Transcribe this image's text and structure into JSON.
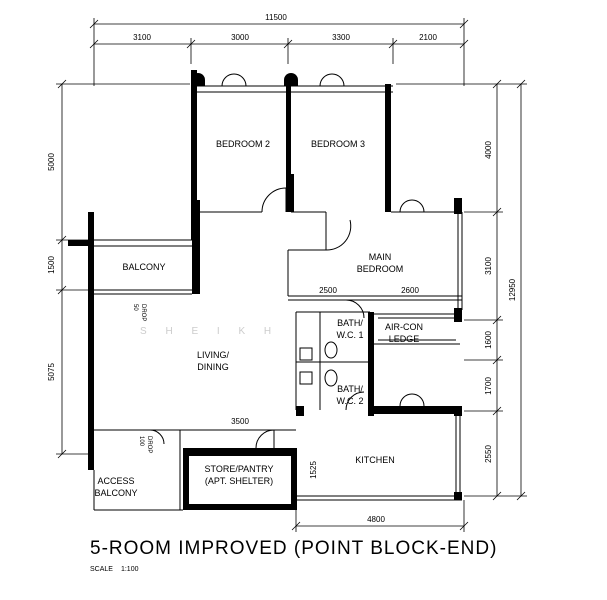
{
  "title": "5-ROOM IMPROVED (POINT BLOCK-END)",
  "scale": {
    "label": "SCALE",
    "value": "1:100"
  },
  "watermark": "S H E I K H",
  "rooms": {
    "bedroom2": "BEDROOM 2",
    "bedroom3": "BEDROOM 3",
    "main_bedroom_1": "MAIN",
    "main_bedroom_2": "BEDROOM",
    "balcony": "BALCONY",
    "living_1": "LIVING/",
    "living_2": "DINING",
    "bath1_1": "BATH/",
    "bath1_2": "W.C. 1",
    "bath2_1": "BATH/",
    "bath2_2": "W.C. 2",
    "aircon_1": "AIR-CON",
    "aircon_2": "LEDGE",
    "kitchen": "KITCHEN",
    "store_1": "STORE/PANTRY",
    "store_2": "(APT. SHELTER)",
    "access_1": "ACCESS",
    "access_2": "BALCONY"
  },
  "notes": {
    "drop1": "50",
    "drop1b": "DROP",
    "drop2": "100",
    "drop2b": "DROP"
  },
  "dimensions": {
    "top_total": "11500",
    "top_1": "3100",
    "top_2": "3000",
    "top_3": "3300",
    "top_4": "2100",
    "left_1": "5000",
    "left_2": "1500",
    "left_3": "5075",
    "right_1": "4000",
    "right_2": "3100",
    "right_3": "1600",
    "right_4": "1700",
    "right_5": "2550",
    "right_total": "12950",
    "inner_2500": "2500",
    "inner_2600": "2600",
    "inner_3500": "3500",
    "inner_1525": "1525",
    "bottom_4800": "4800"
  }
}
